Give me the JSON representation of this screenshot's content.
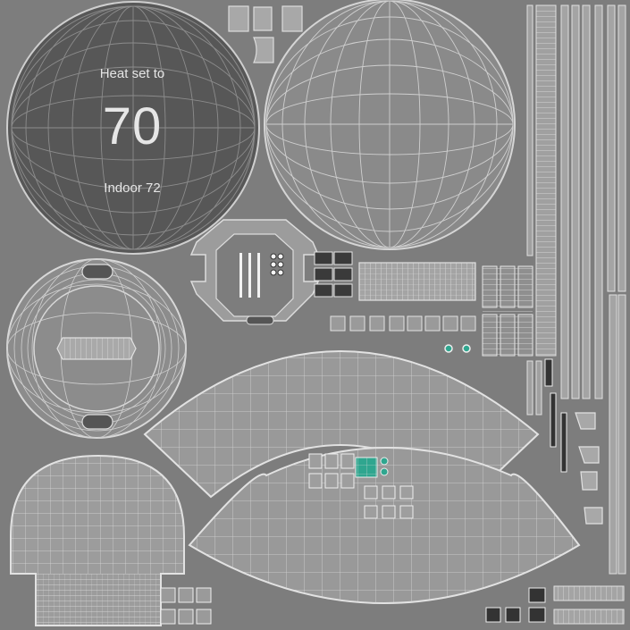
{
  "display": {
    "heat_label": "Heat set to",
    "temperature": "70",
    "indoor_label": "Indoor 72"
  },
  "colors": {
    "background": "#7d7d7d",
    "display_face": "#585858",
    "panel_fill": "#999999",
    "wire": "#d8d8d8",
    "text": "#e6e6e6",
    "accent_teal": "#2fa68f"
  }
}
